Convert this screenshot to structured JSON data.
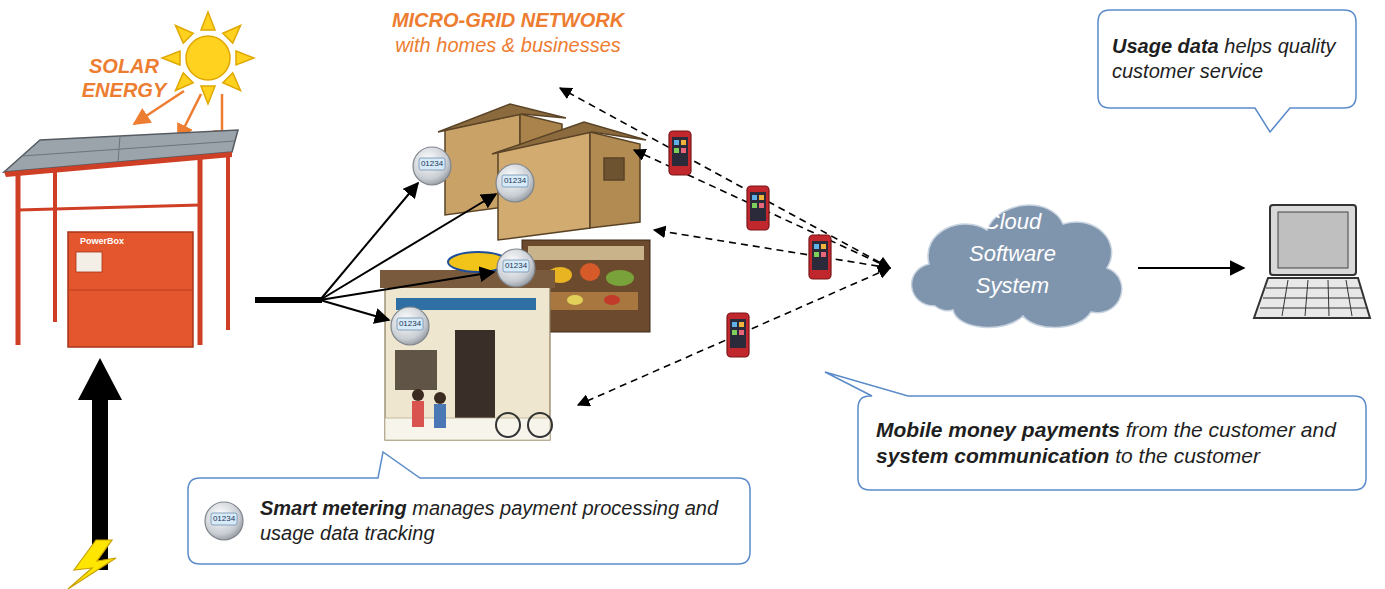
{
  "diagram": {
    "nodes": [
      {
        "text": [
          "Usage data",
          "helps quality customer service"
        ]
      },
      {
        "text": [
          "Cloud Software System"
        ]
      },
      {
        "text": [
          "Mobile money payments",
          "from the customer and",
          "system communication",
          "to the customer"
        ]
      },
      {
        "text": [
          "Smart metering",
          "manages payment processing and usage data tracking"
        ]
      }
    ],
    "labels": [
      "SOLAR ENERGY",
      "MICRO-GRID NETWORK",
      "with homes & businesses",
      "PowerBox",
      "01234",
      "01234",
      "01234",
      "01234",
      "01234"
    ]
  }
}
